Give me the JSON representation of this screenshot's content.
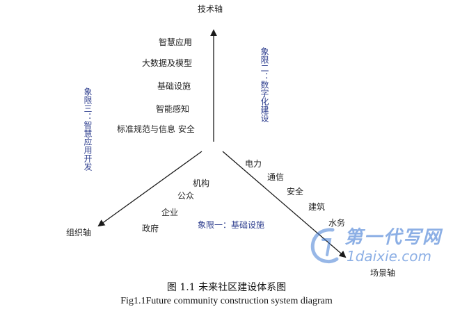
{
  "axes": {
    "tech": "技术轴",
    "org": "组织轴",
    "scene": "场景轴"
  },
  "tech_items": [
    "智慧应用",
    "大数据及模型",
    "基础设施",
    "智能感知",
    "标准规范与信息 安全"
  ],
  "org_items": [
    "机构",
    "公众",
    "企业",
    "政府"
  ],
  "scene_items": [
    "电力",
    "通信",
    "安全",
    "建筑",
    "水务"
  ],
  "quadrants": {
    "one": "象限一：基础设施",
    "two": "象限二：数字化建设",
    "three": "象限三：智慧应用开发"
  },
  "caption": {
    "cn": "图 1.1  未来社区建设体系图",
    "en": "Fig1.1Future community construction system diagram"
  },
  "watermark": {
    "cn": "第一代写网",
    "en": "1daixie.com"
  },
  "colors": {
    "axis": "#1a1a1a",
    "quadrant_text": "#2f3f8f",
    "watermark": "#2f6fd0"
  }
}
